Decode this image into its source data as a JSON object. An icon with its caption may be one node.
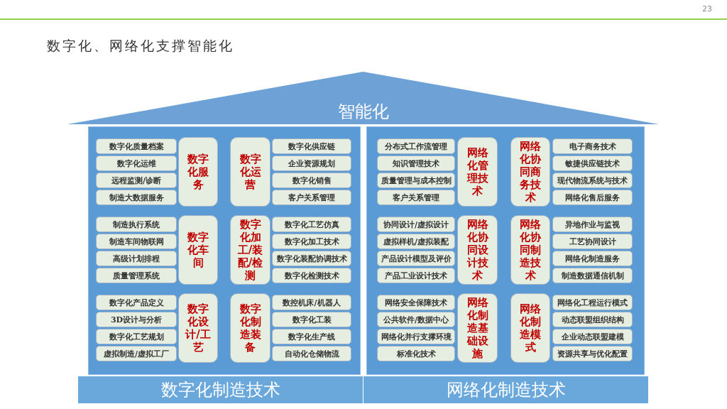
{
  "diagram": {
    "title": "数字化、网络化支撑智能化",
    "nodes": [
      {
        "text": [
          "智能化"
        ]
      },
      {
        "text": [],
        "shape": "box"
      },
      {
        "text": [],
        "shape": "box"
      },
      {
        "text": [
          "数字化服务"
        ],
        "in": 1
      },
      {
        "text": [
          "数字化质量档案"
        ],
        "in": 1
      },
      {
        "text": [
          "数字化运维"
        ],
        "in": 1
      },
      {
        "text": [
          "远程监测/诊断"
        ],
        "in": 1
      },
      {
        "text": [
          "制造大数据服务"
        ],
        "in": 1
      },
      {
        "text": [
          "数字化运营"
        ],
        "in": 1
      },
      {
        "text": [
          "数字化供应链"
        ],
        "in": 1
      },
      {
        "text": [
          "企业资源规划"
        ],
        "in": 1
      },
      {
        "text": [
          "数字化销售"
        ],
        "in": 1
      },
      {
        "text": [
          "客户关系管理"
        ],
        "in": 1
      },
      {
        "text": [
          "数字化车间"
        ],
        "in": 1
      },
      {
        "text": [
          "制造执行系统"
        ],
        "in": 1
      },
      {
        "text": [
          "制造车间物联网"
        ],
        "in": 1
      },
      {
        "text": [
          "高级计划排程"
        ],
        "in": 1
      },
      {
        "text": [
          "质量管理系统"
        ],
        "in": 1
      },
      {
        "text": [
          "数字化加工/装配/检测"
        ],
        "in": 1
      },
      {
        "text": [
          "数字化工艺仿真"
        ],
        "in": 1
      },
      {
        "text": [
          "数字化加工技术"
        ],
        "in": 1
      },
      {
        "text": [
          "数字化装配协调技术"
        ],
        "in": 1
      },
      {
        "text": [
          "数字化检测技术"
        ],
        "in": 1
      },
      {
        "text": [
          "数字化设计/工艺"
        ],
        "in": 1
      },
      {
        "text": [
          "数字化产品定义"
        ],
        "in": 1
      },
      {
        "text": [
          "3D设计与分析"
        ],
        "in": 1
      },
      {
        "text": [
          "数字化工艺规划"
        ],
        "in": 1
      },
      {
        "text": [
          "虚拟制造/虚拟工厂"
        ],
        "in": 1
      },
      {
        "text": [
          "数字化制造装备"
        ],
        "in": 1
      },
      {
        "text": [
          "数控机床/机器人"
        ],
        "in": 1
      },
      {
        "text": [
          "数字化工装"
        ],
        "in": 1
      },
      {
        "text": [
          "数字化生产线"
        ],
        "in": 1
      },
      {
        "text": [
          "自动化仓储物流"
        ],
        "in": 1
      },
      {
        "text": [
          "网络化管理技术"
        ],
        "in": 2
      },
      {
        "text": [
          "分布式工作流管理"
        ],
        "in": 2
      },
      {
        "text": [
          "知识管理技术"
        ],
        "in": 2
      },
      {
        "text": [
          "质量管理与成本控制"
        ],
        "in": 2
      },
      {
        "text": [
          "客户关系管理"
        ],
        "in": 2
      },
      {
        "text": [
          "网络化协同商务技术"
        ],
        "in": 2
      },
      {
        "text": [
          "电子商务技术"
        ],
        "in": 2
      },
      {
        "text": [
          "敏捷供应链技术"
        ],
        "in": 2
      },
      {
        "text": [
          "现代物流系统与技术"
        ],
        "in": 2
      },
      {
        "text": [
          "网络化售后服务"
        ],
        "in": 2
      },
      {
        "text": [
          "网络化协同设计技术"
        ],
        "in": 2
      },
      {
        "text": [
          "协同设计/虚拟设计"
        ],
        "in": 2
      },
      {
        "text": [
          "虚拟样机/虚拟装配"
        ],
        "in": 2
      },
      {
        "text": [
          "产品设计模型及评价"
        ],
        "in": 2
      },
      {
        "text": [
          "产品工业设计技术"
        ],
        "in": 2
      },
      {
        "text": [
          "网络化协同制造技术"
        ],
        "in": 2
      },
      {
        "text": [
          "异地作业与监视"
        ],
        "in": 2
      },
      {
        "text": [
          "工艺协同设计"
        ],
        "in": 2
      },
      {
        "text": [
          "网络化制造服务"
        ],
        "in": 2
      },
      {
        "text": [
          "制造数据通信机制"
        ],
        "in": 2
      },
      {
        "text": [
          "网络化制造基础设施"
        ],
        "in": 2
      },
      {
        "text": [
          "网络安全保障技术"
        ],
        "in": 2
      },
      {
        "text": [
          "公共软件/数据中心"
        ],
        "in": 2
      },
      {
        "text": [
          "网络化并行支撑环境"
        ],
        "in": 2
      },
      {
        "text": [
          "标准化技术"
        ],
        "in": 2
      },
      {
        "text": [
          "网络化制造模式"
        ],
        "in": 2
      },
      {
        "text": [
          "网络化工程运行模式"
        ],
        "in": 2
      },
      {
        "text": [
          "动态联盟组织结构"
        ],
        "in": 2
      },
      {
        "text": [
          "企业动态联盟建模"
        ],
        "in": 2
      },
      {
        "text": [
          "资源共享与优化配置"
        ],
        "in": 2
      },
      {
        "text": [
          "数字化制造技术"
        ]
      },
      {
        "text": [
          "网络化制造技术"
        ]
      }
    ],
    "labels": [
      "23"
    ]
  }
}
